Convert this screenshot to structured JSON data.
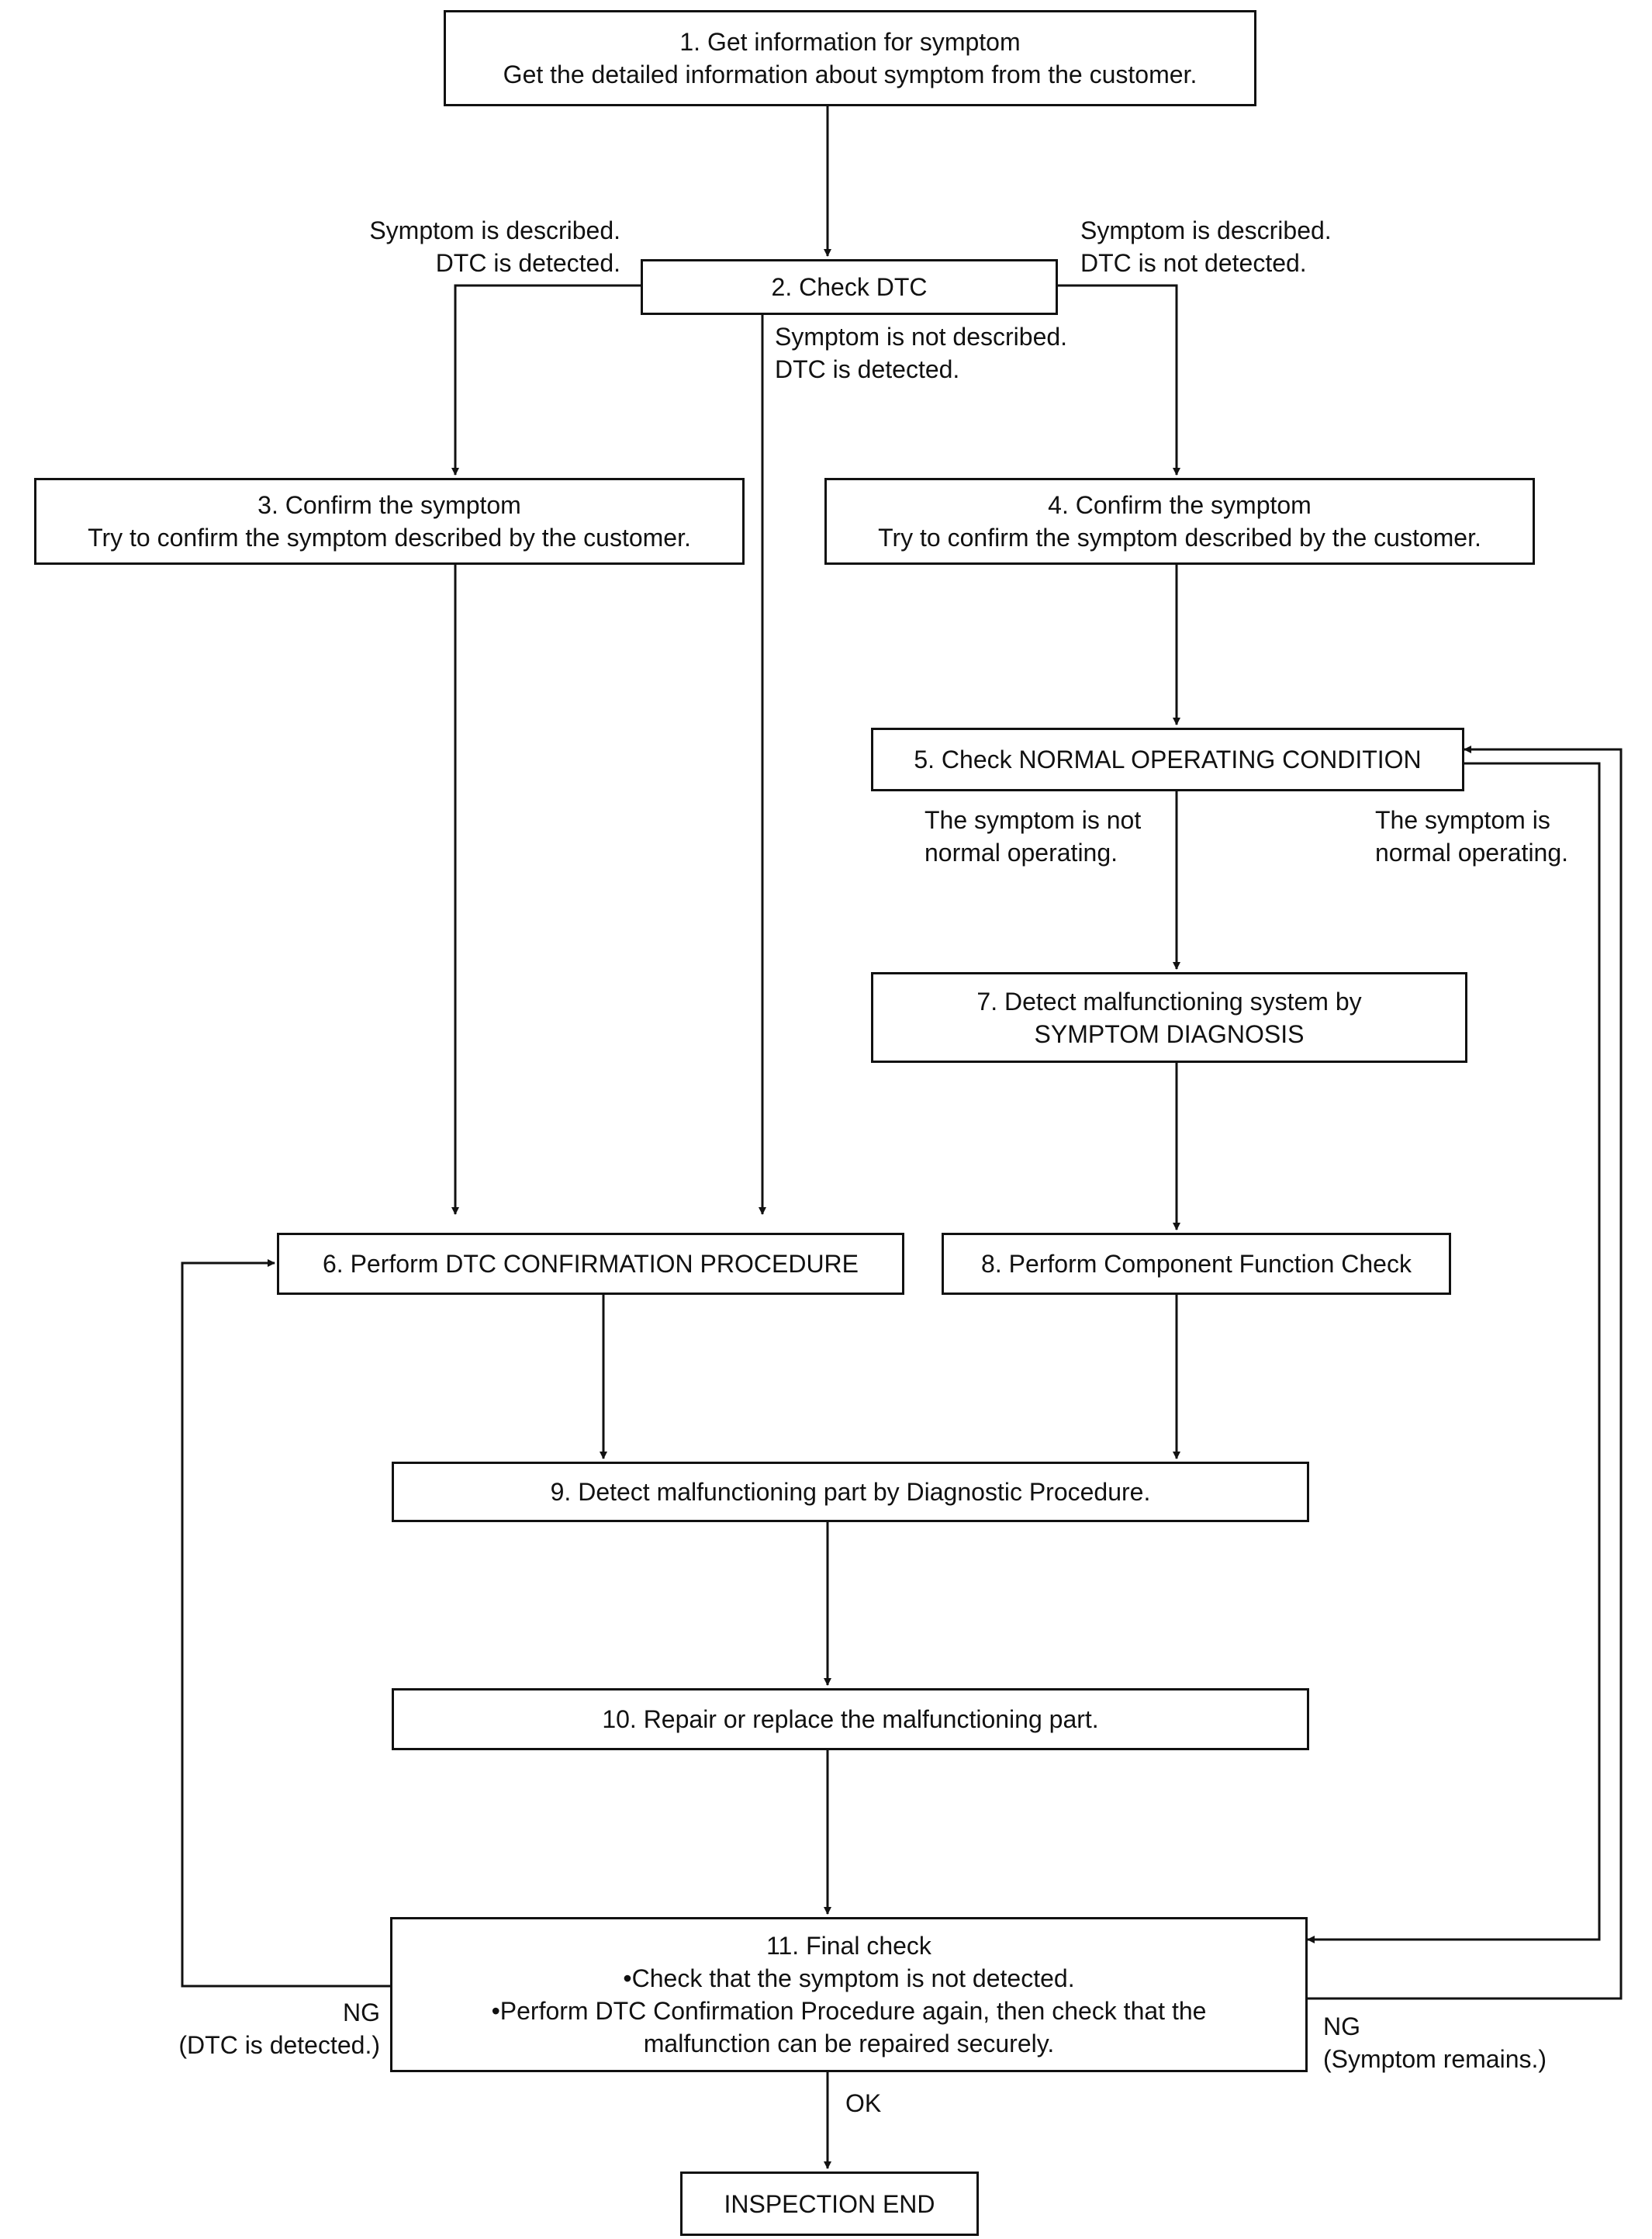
{
  "steps": {
    "s1": {
      "title": "1. Get information for symptom",
      "line2": "Get the detailed information about symptom from the customer."
    },
    "s2": {
      "title": "2. Check DTC"
    },
    "s3": {
      "title": "3. Confirm the symptom",
      "line2": "Try to confirm the symptom described by the customer."
    },
    "s4": {
      "title": "4. Confirm the symptom",
      "line2": "Try to confirm the symptom described by the customer."
    },
    "s5": {
      "title": "5. Check NORMAL OPERATING CONDITION"
    },
    "s6": {
      "title": "6. Perform DTC CONFIRMATION PROCEDURE"
    },
    "s7": {
      "title": "7. Detect malfunctioning system by",
      "line2": "SYMPTOM DIAGNOSIS"
    },
    "s8": {
      "title": "8. Perform Component Function Check"
    },
    "s9": {
      "title": "9. Detect malfunctioning part by Diagnostic Procedure."
    },
    "s10": {
      "title": "10. Repair or replace the malfunctioning part."
    },
    "s11": {
      "title": "11. Final check",
      "bullet1": "•Check that the symptom is not detected.",
      "bullet2": "•Perform DTC Confirmation Procedure again, then check that the",
      "bullet3": "malfunction can be repaired securely."
    },
    "end": {
      "title": "INSPECTION END"
    }
  },
  "labels": {
    "dtc_detected": {
      "line1": "Symptom is described.",
      "line2": "DTC is detected."
    },
    "dtc_not_detected": {
      "line1": "Symptom is described.",
      "line2": "DTC is not detected."
    },
    "not_described": {
      "line1": "Symptom is not described.",
      "line2": "DTC is detected."
    },
    "not_normal": {
      "line1": "The symptom is not",
      "line2": "normal operating."
    },
    "normal": {
      "line1": "The symptom is",
      "line2": "normal operating."
    },
    "ng_dtc": {
      "line1": "NG",
      "line2": "(DTC is detected.)"
    },
    "ng_symptom": {
      "line1": "NG",
      "line2": "(Symptom remains.)"
    },
    "ok": "OK"
  }
}
